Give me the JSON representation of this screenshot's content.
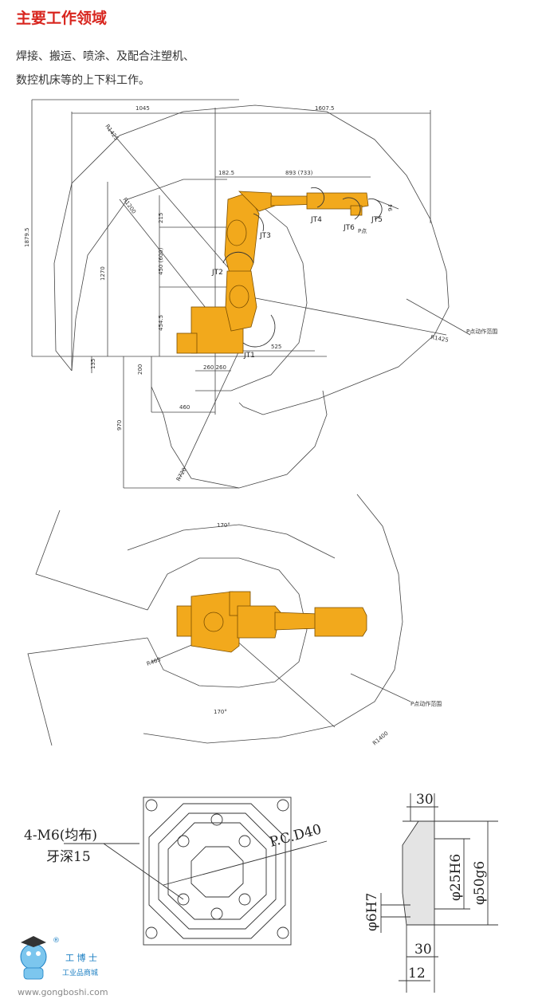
{
  "header": {
    "title": "主要工作领域"
  },
  "description": {
    "line1": "焊接、搬运、喷涂、及配合注塑机、",
    "line2": "数控机床等的上下料工作。"
  },
  "side_view": {
    "dims": {
      "d1045": "1045",
      "d1607": "1607.5",
      "d1879": "1879.5",
      "d1270": "1270",
      "d182": "182.5",
      "d893": "893 (733)",
      "d94": "94",
      "d215": "215",
      "d450": "450 (600)",
      "d454": "454.5",
      "d525": "525",
      "d260": "260 260",
      "d135": "135",
      "d200": "200",
      "d460": "460",
      "d970": "970",
      "r1425a": "R1425",
      "r1200": "R1200",
      "r1425b": "R1425",
      "r720": "R720"
    },
    "joints": {
      "jt1": "JT1",
      "jt2": "JT2",
      "jt3": "JT3",
      "jt4": "JT4",
      "jt5": "JT5",
      "jt6": "JT6",
      "p": "P点"
    },
    "range_label": "P点动作范围"
  },
  "top_view": {
    "dims": {
      "angle_top": "170°",
      "angle_bottom": "170°",
      "r465": "R465",
      "r1400": "R1400"
    },
    "range_label": "P点动作范围"
  },
  "flange": {
    "thread_line1": "4-M6(均布)",
    "thread_line2": "牙深15",
    "pcd": "P.C.D40",
    "d30_top": "30",
    "d30_bottom": "30",
    "d12": "12",
    "phi25": "φ25H6",
    "phi50": "φ50g6",
    "phi6": "φ6H7"
  },
  "logo": {
    "name": "工 博 士",
    "sub": "工业品商城",
    "url": "www.gongboshi.com",
    "reg": "®"
  },
  "colors": {
    "title": "#d8261f",
    "robot": "#f2a91c",
    "line": "#444444",
    "logo": "#1b7fc3"
  }
}
